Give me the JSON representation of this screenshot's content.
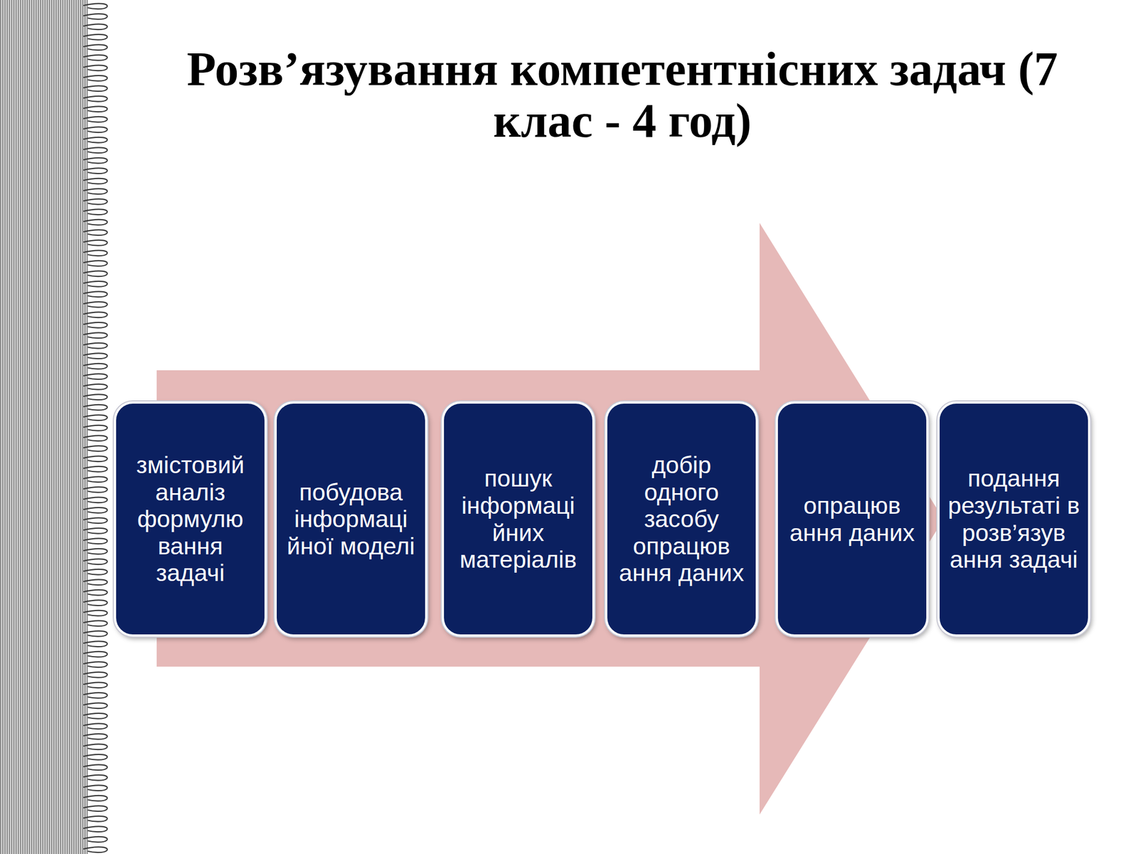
{
  "diagram": {
    "title": "Розв’язування компетентнісних задач (7 клас - 4 год)",
    "nodes": [
      {
        "text": [
          "змістовий аналіз формулю вання задачі"
        ]
      },
      {
        "text": [
          "побудова інформаці йної моделі"
        ]
      },
      {
        "text": [
          "пошук інформаці йних матеріалів"
        ]
      },
      {
        "text": [
          "добір одного засобу опрацюв ання даних"
        ]
      },
      {
        "text": [
          "опрацюв ання даних"
        ]
      },
      {
        "text": [
          "подання результаті в розв’язув ання задачі"
        ]
      }
    ]
  }
}
